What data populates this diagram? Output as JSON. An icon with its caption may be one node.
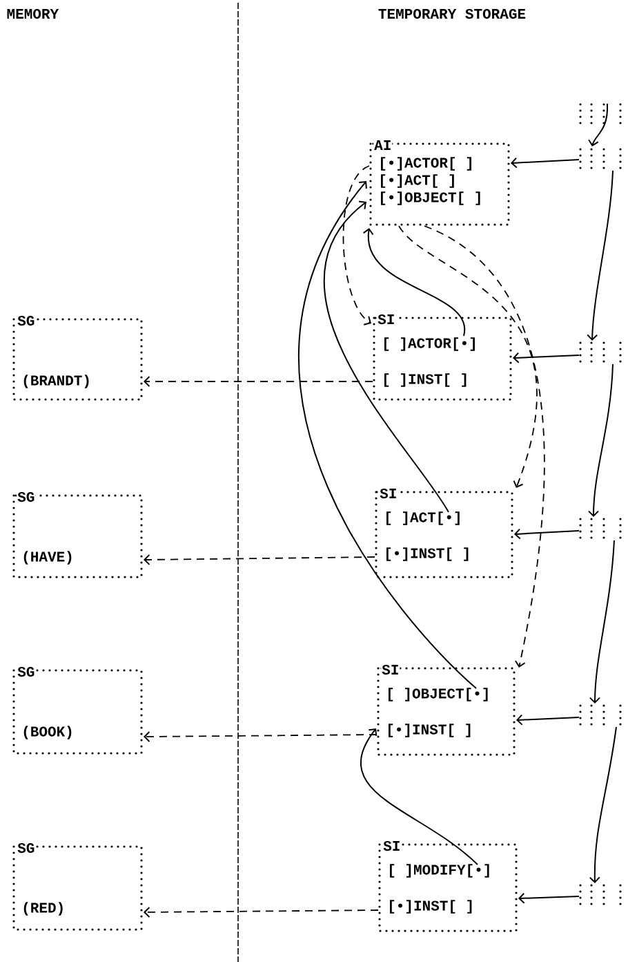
{
  "diagram": {
    "nodes": [
      {
        "text": [
          "SG",
          "(BRANDT)"
        ]
      },
      {
        "text": [
          "SG",
          "(HAVE)"
        ]
      },
      {
        "text": [
          "SG",
          "(BOOK)"
        ]
      },
      {
        "text": [
          "SG",
          "(RED)"
        ]
      },
      {
        "text": [
          "AI",
          "[•]ACTOR[ ]",
          "[•]ACT[ ]",
          "[•]OBJECT[ ]"
        ]
      },
      {
        "text": [
          "SI",
          "[ ]ACTOR[•]",
          "[ ]INST[ ]"
        ]
      },
      {
        "text": [
          "SI",
          "[ ]ACT[•]",
          "[•]INST[ ]"
        ]
      },
      {
        "text": [
          "SI",
          "[ ]OBJECT[•]",
          "[•]INST[ ]"
        ]
      },
      {
        "text": [
          "SI",
          "[ ]MODIFY[•]",
          "[•]INST[ ]"
        ]
      },
      {
        "text": [],
        "shape": "box"
      },
      {
        "text": [],
        "shape": "box"
      },
      {
        "text": [],
        "shape": "box"
      },
      {
        "text": [],
        "shape": "box"
      },
      {
        "text": [],
        "shape": "box"
      },
      {
        "text": [],
        "shape": "box"
      }
    ],
    "edges": [
      {
        "from": 9,
        "to": 10,
        "arrow": "to"
      },
      {
        "from": 10,
        "to": 4,
        "arrow": "to"
      },
      {
        "from": 10,
        "to": 11,
        "arrow": "to"
      },
      {
        "from": 11,
        "to": 5,
        "arrow": "to"
      },
      {
        "from": 11,
        "to": 12,
        "arrow": "to"
      },
      {
        "from": 12,
        "to": 6,
        "arrow": "to"
      },
      {
        "from": 12,
        "to": 13,
        "arrow": "to"
      },
      {
        "from": 13,
        "to": 7,
        "arrow": "to"
      },
      {
        "from": 13,
        "to": 14,
        "arrow": "to"
      },
      {
        "from": 14,
        "to": 8,
        "arrow": "to"
      },
      {
        "from": 5,
        "to": 4,
        "arrow": "to"
      },
      {
        "from": 6,
        "to": 4,
        "arrow": "to"
      },
      {
        "from": 7,
        "to": 4,
        "arrow": "to"
      },
      {
        "from": 8,
        "to": 7,
        "arrow": "to"
      },
      {
        "from": 5,
        "to": 0,
        "arrow": "to",
        "style": "dashed"
      },
      {
        "from": 6,
        "to": 1,
        "arrow": "to",
        "style": "dashed"
      },
      {
        "from": 7,
        "to": 2,
        "arrow": "to",
        "style": "dashed"
      },
      {
        "from": 8,
        "to": 3,
        "arrow": "to",
        "style": "dashed"
      },
      {
        "from": 4,
        "to": 5,
        "arrow": "to",
        "style": "dashed"
      },
      {
        "from": 4,
        "to": 6,
        "arrow": "to",
        "style": "dashed"
      },
      {
        "from": 4,
        "to": 7,
        "arrow": "to",
        "style": "dashed"
      }
    ],
    "labels": [
      "MEMORY",
      "TEMPORARY STORAGE"
    ]
  }
}
